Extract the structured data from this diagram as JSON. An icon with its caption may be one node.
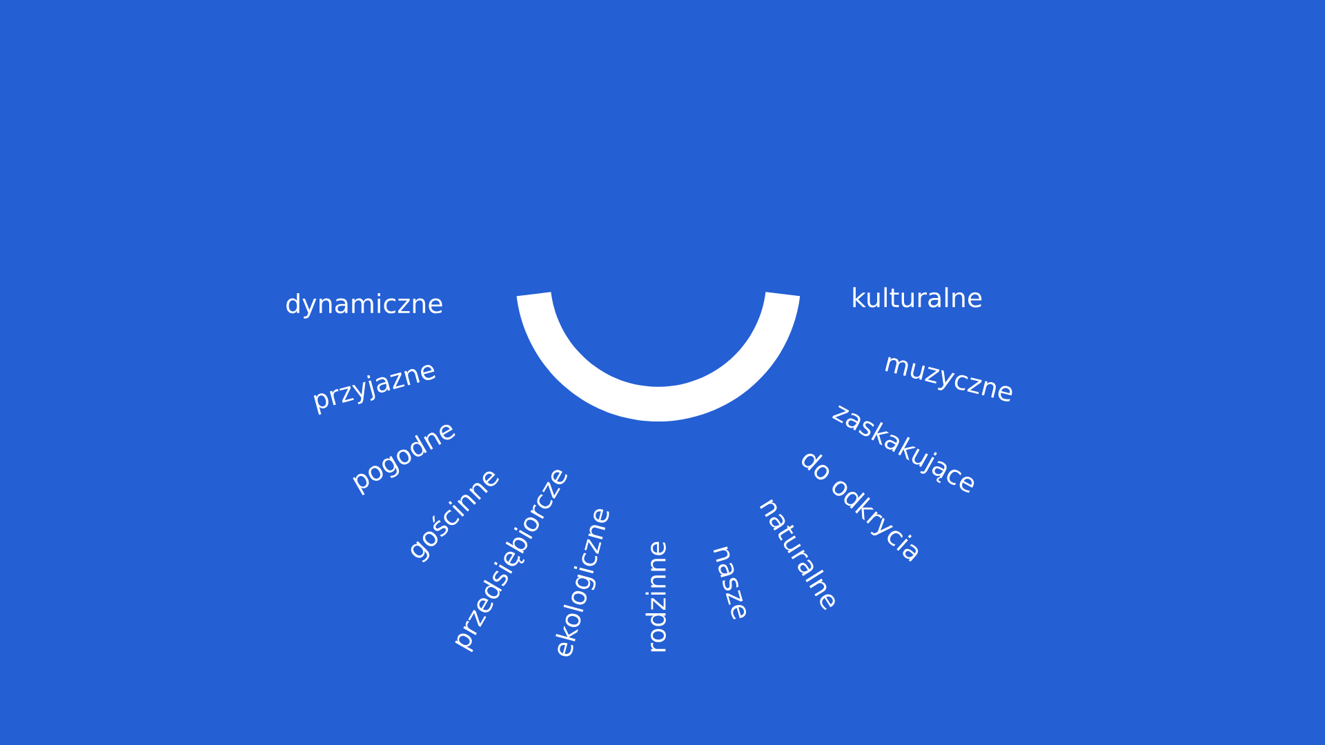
{
  "diagram": {
    "labels": [
      "dynamiczne",
      "przyjazne",
      "pogodne",
      "gościnne",
      "przedsiębiorcze",
      "ekologiczne",
      "rodzinne",
      "nasze",
      "naturalne",
      "do odkrycia",
      "zaskakujące",
      "muzyczne",
      "kulturalne"
    ]
  }
}
